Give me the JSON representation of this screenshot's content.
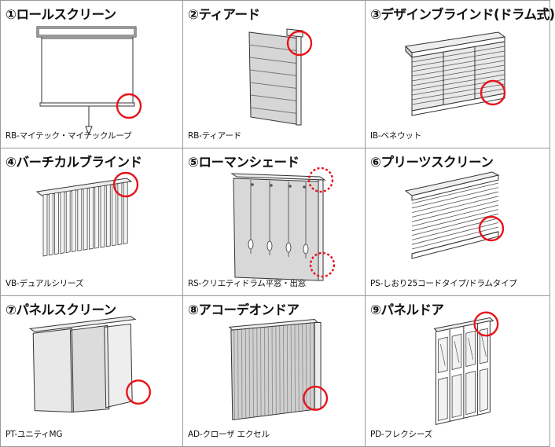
{
  "products": [
    {
      "title": "①ロールスクリーン",
      "model": "RB-マイテック・マイテックループ",
      "icon": "roll-screen-icon"
    },
    {
      "title": "②ティアード",
      "model": "RB-ティアード",
      "icon": "tiered-screen-icon"
    },
    {
      "title": "③デザインブラインド(ドラム式)",
      "model": "IB-ベネウット",
      "icon": "design-blind-icon"
    },
    {
      "title": "④バーチカルブラインド",
      "model": "VB-デュアルシリーズ",
      "icon": "vertical-blind-icon"
    },
    {
      "title": "⑤ローマンシェード",
      "model": "RS-クリエティドラム平窓・出窓",
      "icon": "roman-shade-icon"
    },
    {
      "title": "⑥プリーツスクリーン",
      "model": "PS-しおり25コードタイプ/ドラムタイプ",
      "icon": "pleated-screen-icon"
    },
    {
      "title": "⑦パネルスクリーン",
      "model": "PT-ユニティMG",
      "icon": "panel-screen-icon"
    },
    {
      "title": "⑧アコーデオンドア",
      "model": "AD-クローザ エクセル",
      "icon": "accordion-door-icon"
    },
    {
      "title": "⑨パネルドア",
      "model": "PD-フレクシーズ",
      "icon": "panel-door-icon"
    }
  ],
  "colors": {
    "highlight": "#e8141b",
    "line": "#333333",
    "border": "#9a9a9a"
  }
}
